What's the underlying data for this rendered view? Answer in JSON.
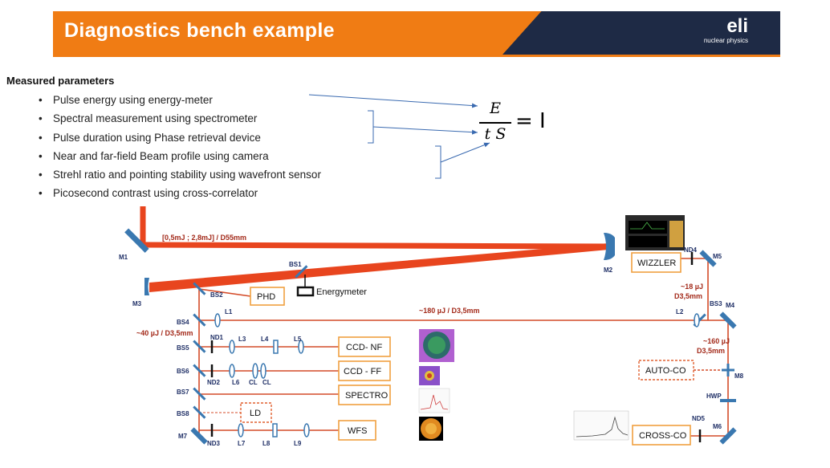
{
  "header": {
    "title": "Diagnostics bench example",
    "logo_mark": "eli",
    "logo_sub": "nuclear physics"
  },
  "params": {
    "heading": "Measured parameters",
    "items": [
      "Pulse energy using energy-meter",
      "Spectral measurement using spectrometer",
      "Pulse duration using Phase retrieval device",
      "Near and far-field Beam profile using camera",
      "Strehl ratio and pointing stability using wavefront sensor",
      "Picosecond contrast using cross-correlator"
    ]
  },
  "formula": {
    "numerator": "E",
    "denominator": "t S",
    "equals": "= I"
  },
  "beam_labels": {
    "main": "[0,5mJ ; 2,8mJ] / D55mm",
    "mid": "~180 µJ / D3,5mm",
    "left_a": "~40 µJ / D3,5mm",
    "right_a": "~18 µJ",
    "right_a2": "D3,5mm",
    "right_b": "~160 µJ",
    "right_b2": "D3,5mm"
  },
  "components": {
    "M1": "M1",
    "M2": "M2",
    "M3": "M3",
    "M4": "M4",
    "M5": "M5",
    "M6": "M6",
    "M7": "M7",
    "M8": "M8",
    "BS1": "BS1",
    "BS2": "BS2",
    "BS3": "BS3",
    "BS4": "BS4",
    "BS5": "BS5",
    "BS6": "BS6",
    "BS7": "BS7",
    "BS8": "BS8",
    "L1": "L1",
    "L2": "L2",
    "L3": "L3",
    "L4": "L4",
    "L5": "L5",
    "L6": "L6",
    "L7": "L7",
    "L8": "L8",
    "L9": "L9",
    "CL1": "CL",
    "CL2": "CL",
    "ND1": "ND1",
    "ND2": "ND2",
    "ND3": "ND3",
    "ND4": "ND4",
    "ND5": "ND5",
    "HWP": "HWP"
  },
  "boxes": {
    "phd": "PHD",
    "energymeter": "Energymeter",
    "wizzler": "WIZZLER",
    "ccd_nf": "CCD- NF",
    "ccd_ff": "CCD - FF",
    "spectro": "SPECTRO",
    "wfs": "WFS",
    "ld": "LD",
    "auto_co": "AUTO-CO",
    "cross_co": "CROSS-CO"
  },
  "colors": {
    "beam": "#e8451e",
    "optic": "#3a78b0",
    "box_border": "#f0a040",
    "accent": "#f07c14",
    "header_dark": "#1e2a45"
  }
}
